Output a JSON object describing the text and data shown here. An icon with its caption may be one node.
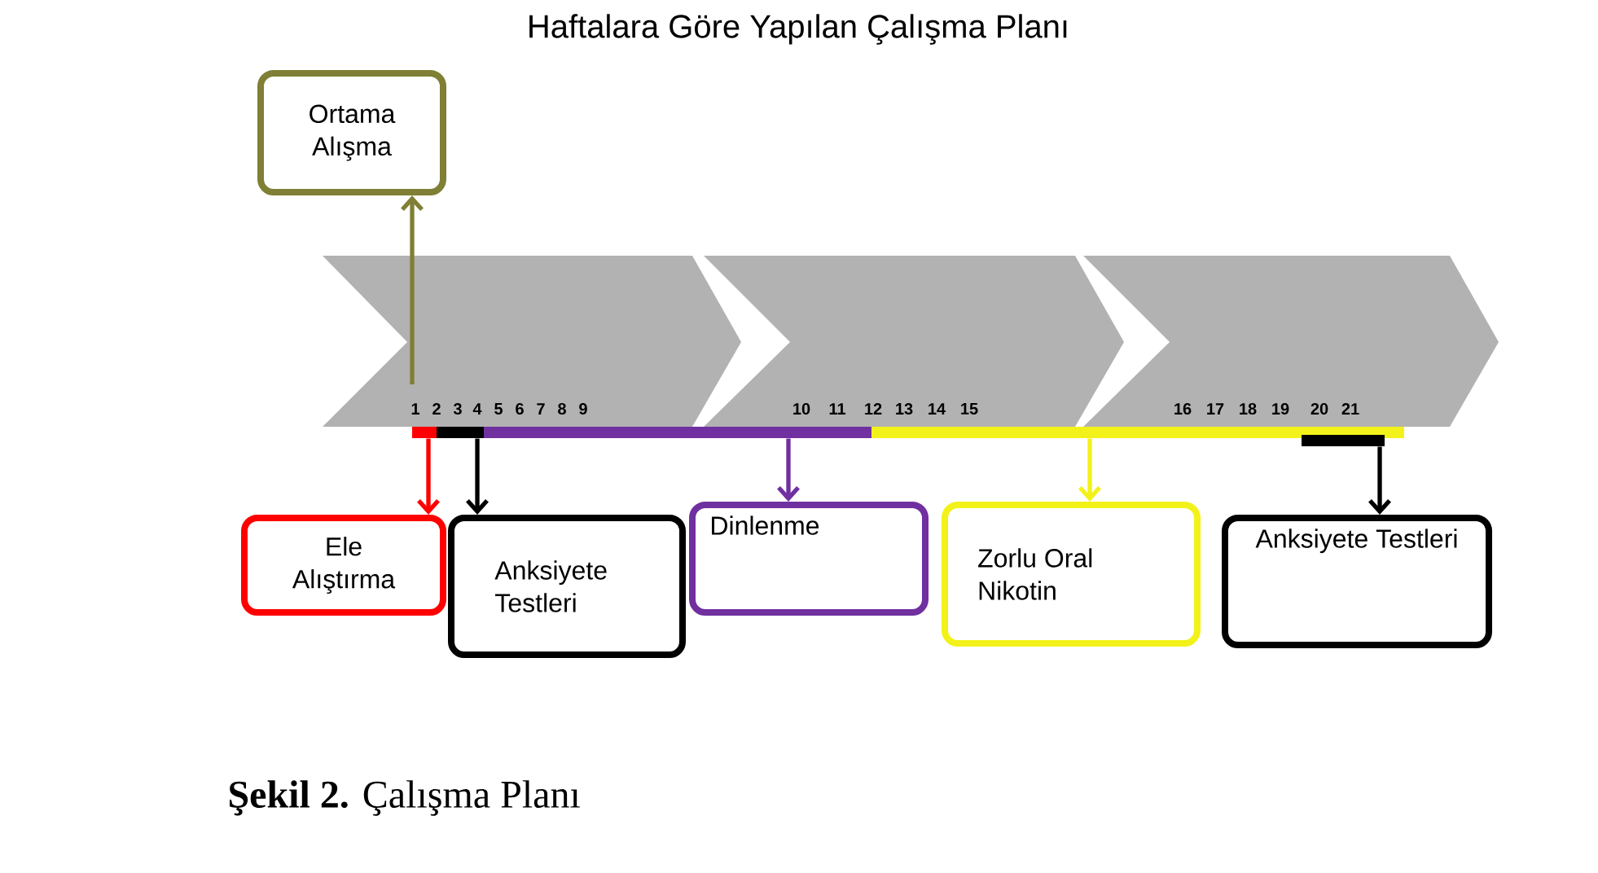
{
  "diagram": {
    "title": "Haftalara Göre Yapılan Çalışma Planı",
    "caption": "**Şekil 2.** Çalışma Planı",
    "nodes": [
      {
        "text": [
          "Ortama Alışma"
        ]
      },
      {
        "text": [],
        "shape": "bar"
      },
      {
        "text": [],
        "shape": "bar"
      },
      {
        "text": [],
        "shape": "bar"
      },
      {
        "text": [],
        "shape": "bar"
      },
      {
        "text": [],
        "shape": "bar"
      },
      {
        "text": [
          "Ele Alıştırma"
        ]
      },
      {
        "text": [
          "Anksiyete Testleri"
        ]
      },
      {
        "text": [
          "Dinlenme"
        ]
      },
      {
        "text": [
          "Zorlu Oral Nikotin"
        ]
      },
      {
        "text": [
          "Anksiyete Testleri"
        ]
      }
    ],
    "edges": [
      {
        "from": null,
        "to": 0,
        "arrow": "to",
        "color": "#7f7f35"
      },
      {
        "from": 1,
        "to": 6,
        "arrow": "to",
        "color": "#ff0000"
      },
      {
        "from": 2,
        "to": 7,
        "arrow": "to"
      },
      {
        "from": 3,
        "to": 8,
        "arrow": "to",
        "color": "#7030a0"
      },
      {
        "from": 4,
        "to": 9,
        "arrow": "to",
        "color": "#f2f21a"
      },
      {
        "from": 5,
        "to": 10,
        "arrow": "to"
      }
    ],
    "labels": [
      "1",
      "2",
      "3",
      "4",
      "5",
      "6",
      "7",
      "8",
      "9",
      "10",
      "11",
      "12",
      "13",
      "14",
      "15",
      "16",
      "17",
      "18",
      "19",
      "20",
      "21"
    ]
  }
}
